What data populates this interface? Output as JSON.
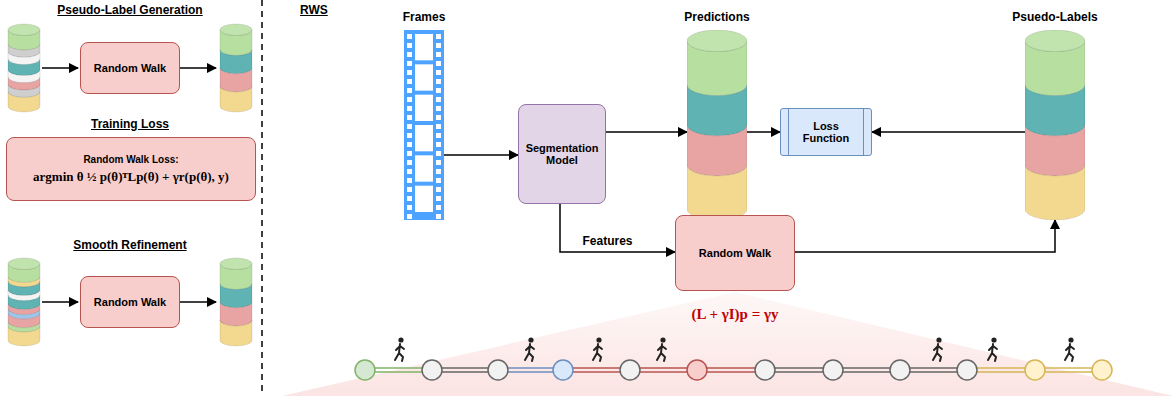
{
  "diagram": {
    "nodes": [
      {
        "text": [
          "Random Walk"
        ]
      },
      {
        "text": [
          "Random Walk Loss:",
          "argmin θ ½ p(θ)ᵀLp(θ) + γr(p(θ), y)"
        ]
      },
      {
        "text": [
          "Random Walk"
        ]
      },
      {
        "text": [
          "Frames"
        ]
      },
      {
        "text": [
          "Segmentation Model"
        ]
      },
      {
        "text": [
          "Predictions"
        ]
      },
      {
        "text": [
          "Loss Function"
        ]
      },
      {
        "text": [
          "Psuedo-Labels"
        ]
      },
      {
        "text": [
          "Random Walk"
        ]
      }
    ],
    "edges": [
      {
        "from": 3,
        "to": 4,
        "arrow": "to"
      },
      {
        "from": 4,
        "to": 5,
        "arrow": "to"
      },
      {
        "from": 5,
        "to": 6,
        "arrow": "to"
      },
      {
        "from": 7,
        "to": 6,
        "arrow": "to"
      },
      {
        "from": 4,
        "to": 8,
        "label": "Features",
        "arrow": "to"
      },
      {
        "from": 5,
        "to": 8,
        "arrow": "to"
      },
      {
        "from": 8,
        "to": 7,
        "arrow": "to"
      }
    ],
    "labels": [
      "Pseudo-Label Generation",
      "Training Loss",
      "Smooth Refinement",
      "RWS",
      "(L + γI)p = γy"
    ]
  }
}
